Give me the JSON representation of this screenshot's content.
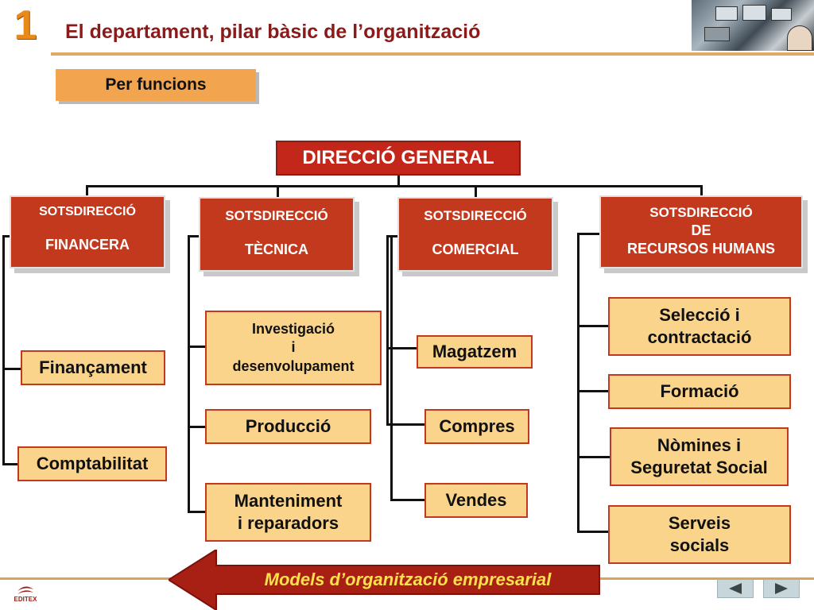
{
  "header": {
    "chapter_number": "1",
    "title": "El departament, pilar bàsic de l’organització"
  },
  "section_tag": "Per funcions",
  "direction": "DIRECCIÓ GENERAL",
  "subdirections": [
    {
      "line1": "SOTSDIRECCIÓ",
      "line2": "",
      "line3": "FINANCERA"
    },
    {
      "line1": "SOTSDIRECCIÓ",
      "line2": "",
      "line3": "TÈCNICA"
    },
    {
      "line1": "SOTSDIRECCIÓ",
      "line2": "",
      "line3": "COMERCIAL"
    },
    {
      "line1": "SOTSDIRECCIÓ",
      "line2": "DE",
      "line3": "RECURSOS HUMANS"
    }
  ],
  "departments": {
    "financera": [
      "Finançament",
      "Comptabilitat"
    ],
    "tecnica": [
      {
        "lines": [
          "Investigació",
          "i",
          "desenvolupament"
        ]
      },
      {
        "lines": [
          "Producció"
        ]
      },
      {
        "lines": [
          "Manteniment",
          "i reparadors"
        ]
      }
    ],
    "comercial": [
      "Magatzem",
      "Compres",
      "Vendes"
    ],
    "rrhh": [
      {
        "lines": [
          "Selecció i",
          "contractació"
        ]
      },
      {
        "lines": [
          "Formació"
        ]
      },
      {
        "lines": [
          "Nòmines i",
          "Seguretat Social"
        ]
      },
      {
        "lines": [
          "Serveis",
          "socials"
        ]
      }
    ]
  },
  "footer": {
    "link_text": "Models d’organització empresarial",
    "logo_text": "EDITEX",
    "prev_icon": "triangle-left-icon",
    "next_icon": "triangle-right-icon"
  },
  "colors": {
    "accent_red": "#c3271a",
    "box_fill": "#fbd48b",
    "tag_orange": "#f3a44f",
    "title_red": "#8b1a1a",
    "footer_text": "#ffe24a"
  }
}
